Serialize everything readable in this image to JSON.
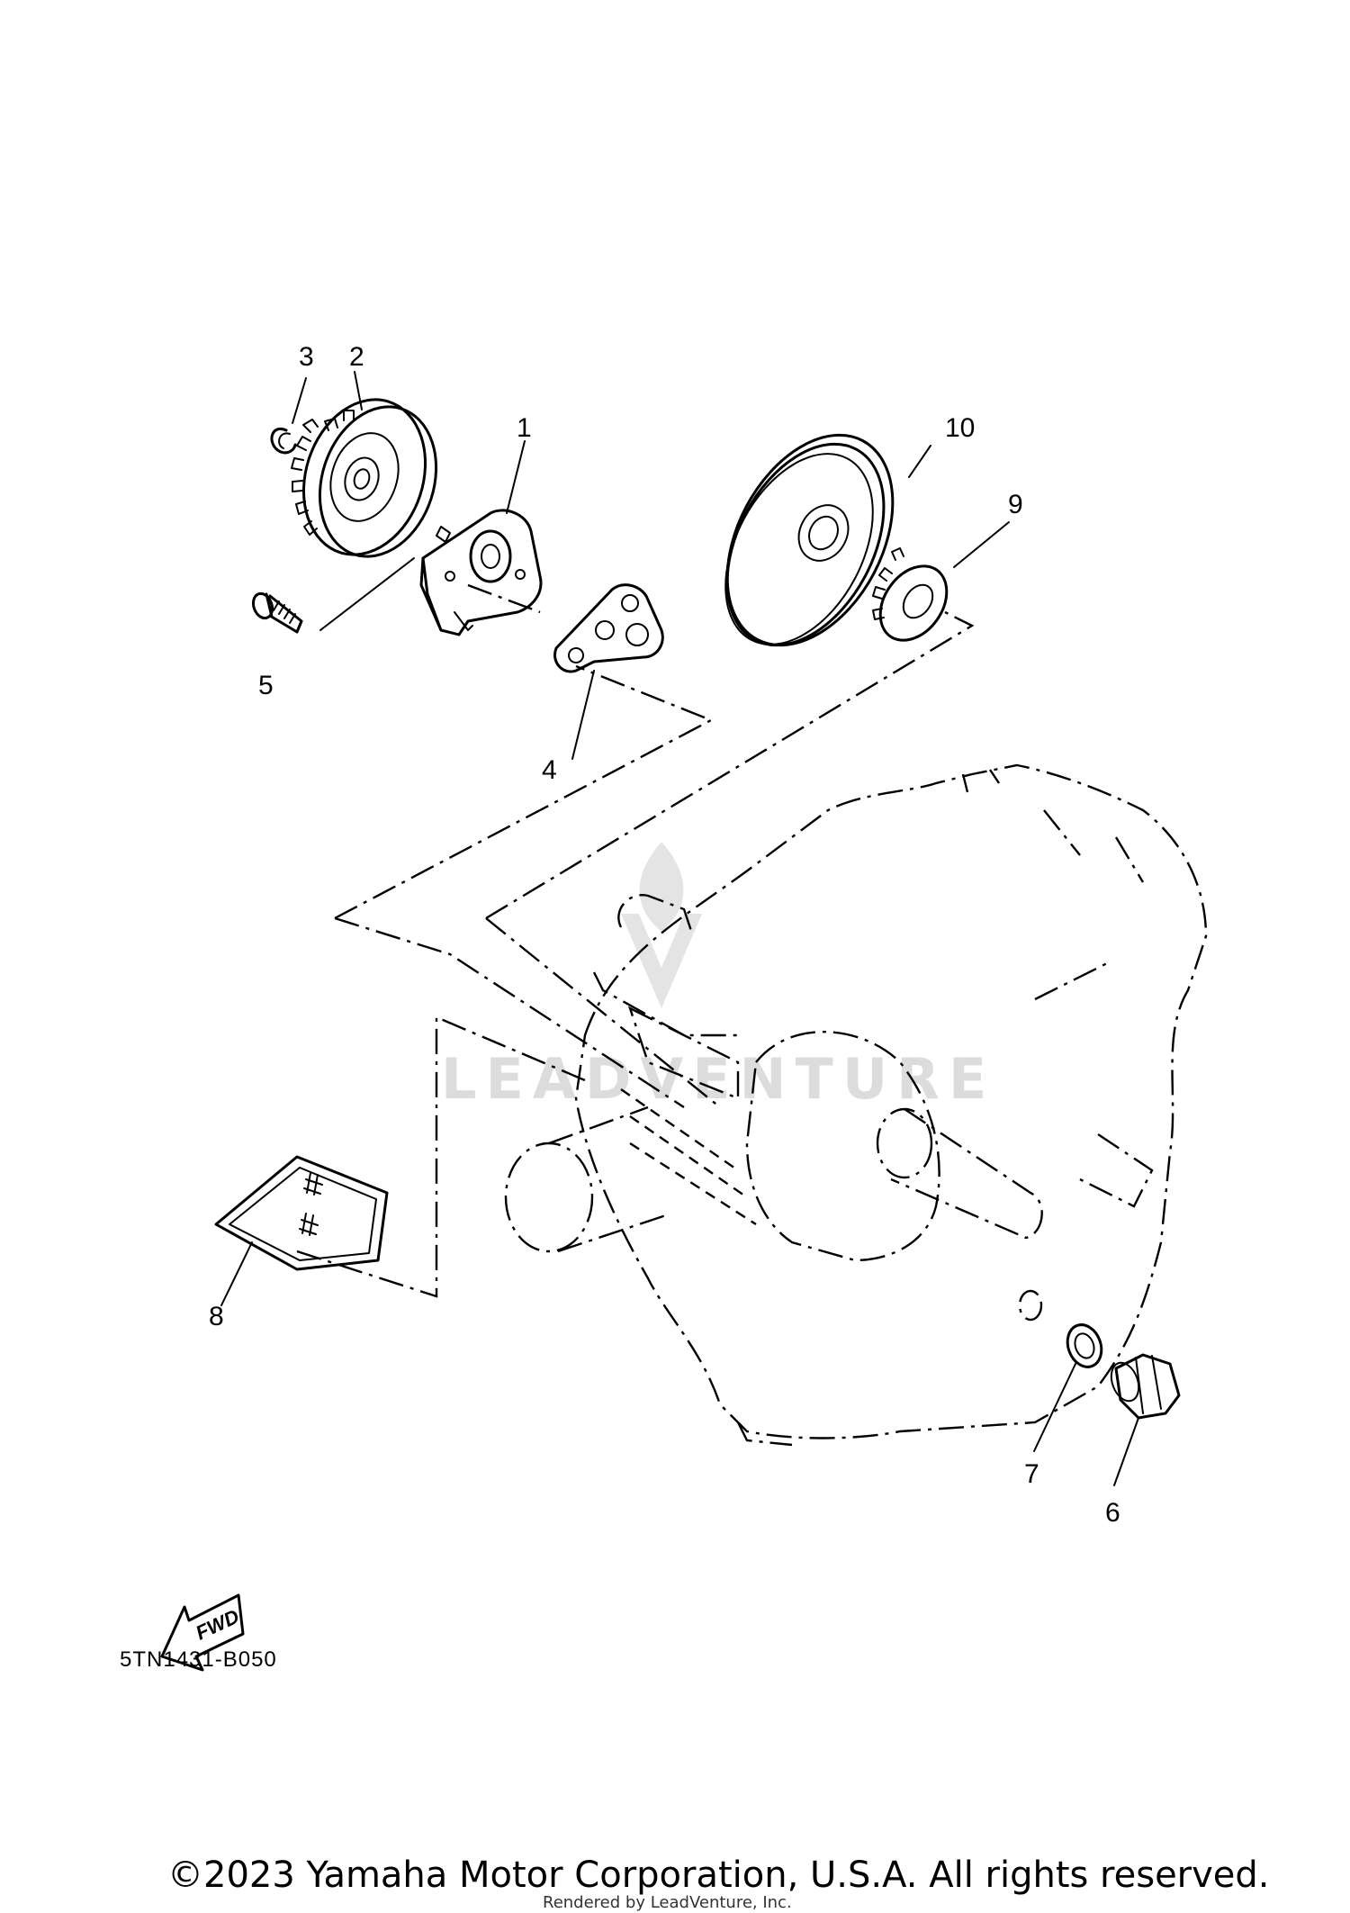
{
  "diagram": {
    "callouts": [
      {
        "id": "1",
        "label": "1"
      },
      {
        "id": "2",
        "label": "2"
      },
      {
        "id": "3",
        "label": "3"
      },
      {
        "id": "4",
        "label": "4"
      },
      {
        "id": "5",
        "label": "5"
      },
      {
        "id": "6",
        "label": "6"
      },
      {
        "id": "7",
        "label": "7"
      },
      {
        "id": "8",
        "label": "8"
      },
      {
        "id": "9",
        "label": "9"
      },
      {
        "id": "10",
        "label": "10"
      }
    ],
    "fwd_label": "FWD",
    "diagram_code": "5TN1431-B050",
    "watermark_text": "LEADVENTURE",
    "copyright": "©2023 Yamaha Motor Corporation, U.S.A. All rights reserved.",
    "rendered_by": "Rendered by LeadVenture, Inc."
  }
}
